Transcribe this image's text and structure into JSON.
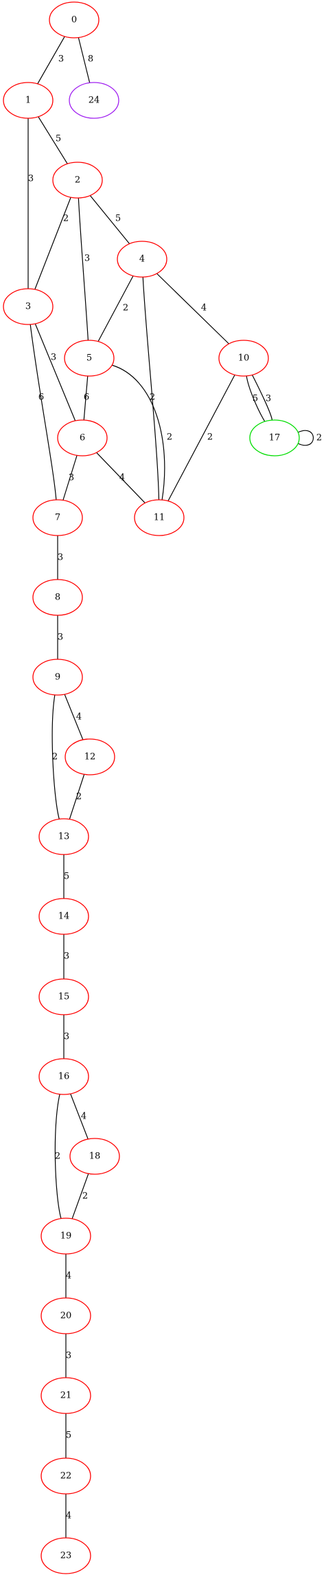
{
  "graph": {
    "nodes": [
      {
        "id": "0",
        "label": "0",
        "color": "#ff0000"
      },
      {
        "id": "1",
        "label": "1",
        "color": "#ff0000"
      },
      {
        "id": "24",
        "label": "24",
        "color": "#a020f0"
      },
      {
        "id": "2",
        "label": "2",
        "color": "#ff0000"
      },
      {
        "id": "3",
        "label": "3",
        "color": "#ff0000"
      },
      {
        "id": "4",
        "label": "4",
        "color": "#ff0000"
      },
      {
        "id": "5",
        "label": "5",
        "color": "#ff0000"
      },
      {
        "id": "10",
        "label": "10",
        "color": "#ff0000"
      },
      {
        "id": "6",
        "label": "6",
        "color": "#ff0000"
      },
      {
        "id": "17",
        "label": "17",
        "color": "#00dd00"
      },
      {
        "id": "7",
        "label": "7",
        "color": "#ff0000"
      },
      {
        "id": "11",
        "label": "11",
        "color": "#ff0000"
      },
      {
        "id": "8",
        "label": "8",
        "color": "#ff0000"
      },
      {
        "id": "9",
        "label": "9",
        "color": "#ff0000"
      },
      {
        "id": "12",
        "label": "12",
        "color": "#ff0000"
      },
      {
        "id": "13",
        "label": "13",
        "color": "#ff0000"
      },
      {
        "id": "14",
        "label": "14",
        "color": "#ff0000"
      },
      {
        "id": "15",
        "label": "15",
        "color": "#ff0000"
      },
      {
        "id": "16",
        "label": "16",
        "color": "#ff0000"
      },
      {
        "id": "18",
        "label": "18",
        "color": "#ff0000"
      },
      {
        "id": "19",
        "label": "19",
        "color": "#ff0000"
      },
      {
        "id": "20",
        "label": "20",
        "color": "#ff0000"
      },
      {
        "id": "21",
        "label": "21",
        "color": "#ff0000"
      },
      {
        "id": "22",
        "label": "22",
        "color": "#ff0000"
      },
      {
        "id": "23",
        "label": "23",
        "color": "#ff0000"
      }
    ],
    "edges": [
      {
        "from": "0",
        "to": "1",
        "label": "3"
      },
      {
        "from": "0",
        "to": "24",
        "label": "8"
      },
      {
        "from": "1",
        "to": "2",
        "label": "5"
      },
      {
        "from": "1",
        "to": "3",
        "label": "3"
      },
      {
        "from": "2",
        "to": "3",
        "label": "2"
      },
      {
        "from": "2",
        "to": "4",
        "label": "5"
      },
      {
        "from": "2",
        "to": "5",
        "label": "3"
      },
      {
        "from": "3",
        "to": "6",
        "label": "3"
      },
      {
        "from": "3",
        "to": "7",
        "label": "6"
      },
      {
        "from": "4",
        "to": "5",
        "label": "2"
      },
      {
        "from": "4",
        "to": "10",
        "label": "4"
      },
      {
        "from": "4",
        "to": "11",
        "label": "2"
      },
      {
        "from": "5",
        "to": "6",
        "label": "6"
      },
      {
        "from": "5",
        "to": "11",
        "label": "2"
      },
      {
        "from": "6",
        "to": "7",
        "label": "3"
      },
      {
        "from": "6",
        "to": "11",
        "label": "4"
      },
      {
        "from": "10",
        "to": "11",
        "label": "2"
      },
      {
        "from": "10",
        "to": "17",
        "label": "5"
      },
      {
        "from": "10",
        "to": "17",
        "label": "3"
      },
      {
        "from": "17",
        "to": "17",
        "label": "2"
      },
      {
        "from": "7",
        "to": "8",
        "label": "3"
      },
      {
        "from": "8",
        "to": "9",
        "label": "3"
      },
      {
        "from": "9",
        "to": "12",
        "label": "4"
      },
      {
        "from": "9",
        "to": "13",
        "label": "2"
      },
      {
        "from": "12",
        "to": "13",
        "label": "2"
      },
      {
        "from": "13",
        "to": "14",
        "label": "5"
      },
      {
        "from": "14",
        "to": "15",
        "label": "3"
      },
      {
        "from": "15",
        "to": "16",
        "label": "3"
      },
      {
        "from": "16",
        "to": "18",
        "label": "4"
      },
      {
        "from": "16",
        "to": "19",
        "label": "2"
      },
      {
        "from": "18",
        "to": "19",
        "label": "2"
      },
      {
        "from": "19",
        "to": "20",
        "label": "4"
      },
      {
        "from": "20",
        "to": "21",
        "label": "3"
      },
      {
        "from": "21",
        "to": "22",
        "label": "5"
      },
      {
        "from": "22",
        "to": "23",
        "label": "4"
      }
    ]
  }
}
